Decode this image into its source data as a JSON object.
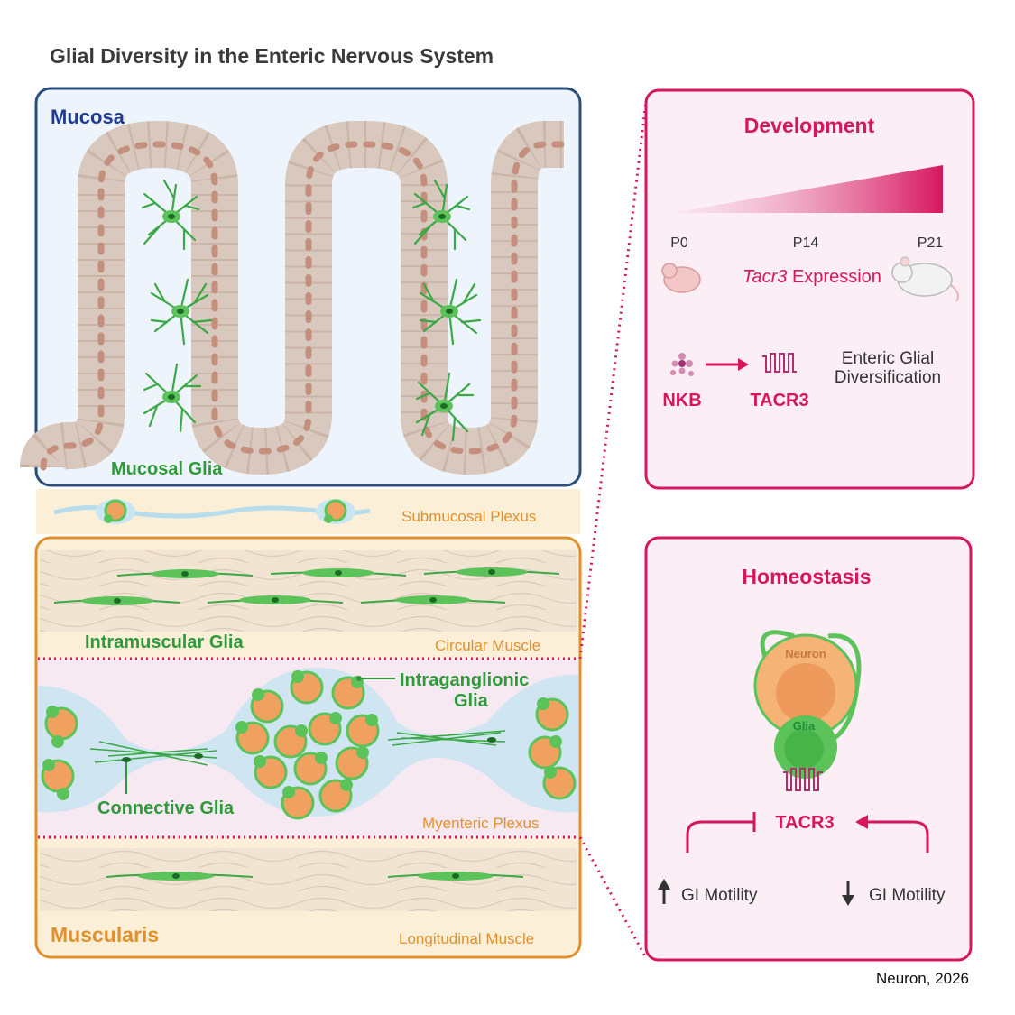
{
  "title": "Glial Diversity in the Enteric Nervous System",
  "left": {
    "mucosa": {
      "label": "Mucosa",
      "glia_label": "Mucosal Glia"
    },
    "submucosa": {
      "label": "Submucosal Plexus"
    },
    "circular": {
      "label": "Circular Muscle",
      "glia_label": "Intramuscular Glia"
    },
    "myenteric": {
      "label": "Myenteric Plexus",
      "intraganglionic_1": "Intraganglionic",
      "intraganglionic_2": "Glia",
      "connective": "Connective Glia"
    },
    "longitudinal": {
      "label": "Longitudinal Muscle"
    },
    "muscularis": {
      "label": "Muscularis"
    }
  },
  "development": {
    "title": "Development",
    "p0": "P0",
    "p14": "P14",
    "p21": "P21",
    "expr_gene": "Tacr3",
    "expr_word": " Expression",
    "nkb": "NKB",
    "tacr3": "TACR3",
    "diversification_1": "Enteric Glial",
    "diversification_2": "Diversification"
  },
  "homeostasis": {
    "title": "Homeostasis",
    "neuron": "Neuron",
    "glia": "Glia",
    "tacr3": "TACR3",
    "up": "GI Motility",
    "down": "GI Motility"
  },
  "citation": "Neuron, 2026",
  "colors": {
    "magenta": "#d6175f",
    "navy": "#1f3b6e",
    "orange": "#e2902c",
    "green": "#2e9a3c",
    "glia_green": "#5cc35a"
  }
}
